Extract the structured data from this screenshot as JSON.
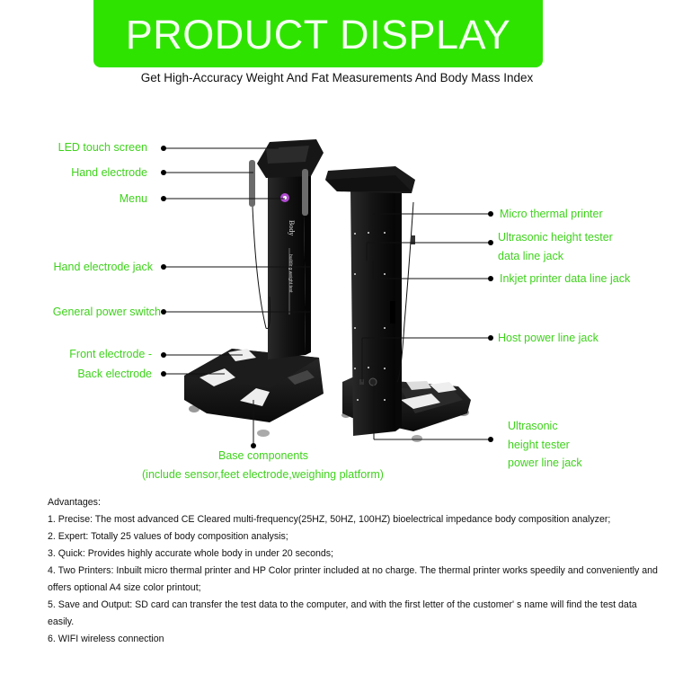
{
  "header": {
    "title": "PRODUCT DISPLAY",
    "subtitle": "Get High-Accuracy Weight And Fat Measurements And Body Mass Index",
    "banner_color": "#2fe300"
  },
  "callouts": {
    "left": [
      {
        "label": "LED touch screen"
      },
      {
        "label": "Hand electrode"
      },
      {
        "label": "Menu"
      },
      {
        "label": "Hand electrode jack"
      },
      {
        "label": "General power switch"
      },
      {
        "label": "Front electrode -"
      },
      {
        "label": "Back electrode"
      }
    ],
    "right": [
      {
        "label": "Micro thermal printer"
      },
      {
        "label_line1": "Ultrasonic height tester",
        "label_line2": "data line jack"
      },
      {
        "label": "Inkjet printer data line jack"
      },
      {
        "label": "Host power line jack"
      },
      {
        "label_line1": "Ultrasonic",
        "label_line2": "height tester",
        "label_line3": "power line jack"
      }
    ],
    "bottom": {
      "label_line1": "Base components",
      "label_line2": "(include sensor,feet electrode,weighing platform)"
    },
    "label_color": "#3fd21c"
  },
  "device": {
    "front_text_1": "Body",
    "front_text_2": "building weight test"
  },
  "advantages": {
    "heading": "Advantages:",
    "items": [
      "1. Precise: The most advanced CE Cleared multi-frequency(25HZ, 50HZ, 100HZ) bioelectrical impedance  body composition analyzer;",
      "2. Expert: Totally 25 values of body composition analysis;",
      "3. Quick: Provides highly accurate whole body in under 20 seconds;",
      "4. Two Printers: Inbuilt micro thermal printer and HP Color printer included at no charge. The thermal printer works speedily and conveniently and offers optional A4 size color printout;",
      "5. Save and Output: SD card can transfer the test data to the computer, and with the first letter of the customer' s name will find the test data easily.",
      "6. WIFI wireless connection"
    ]
  }
}
